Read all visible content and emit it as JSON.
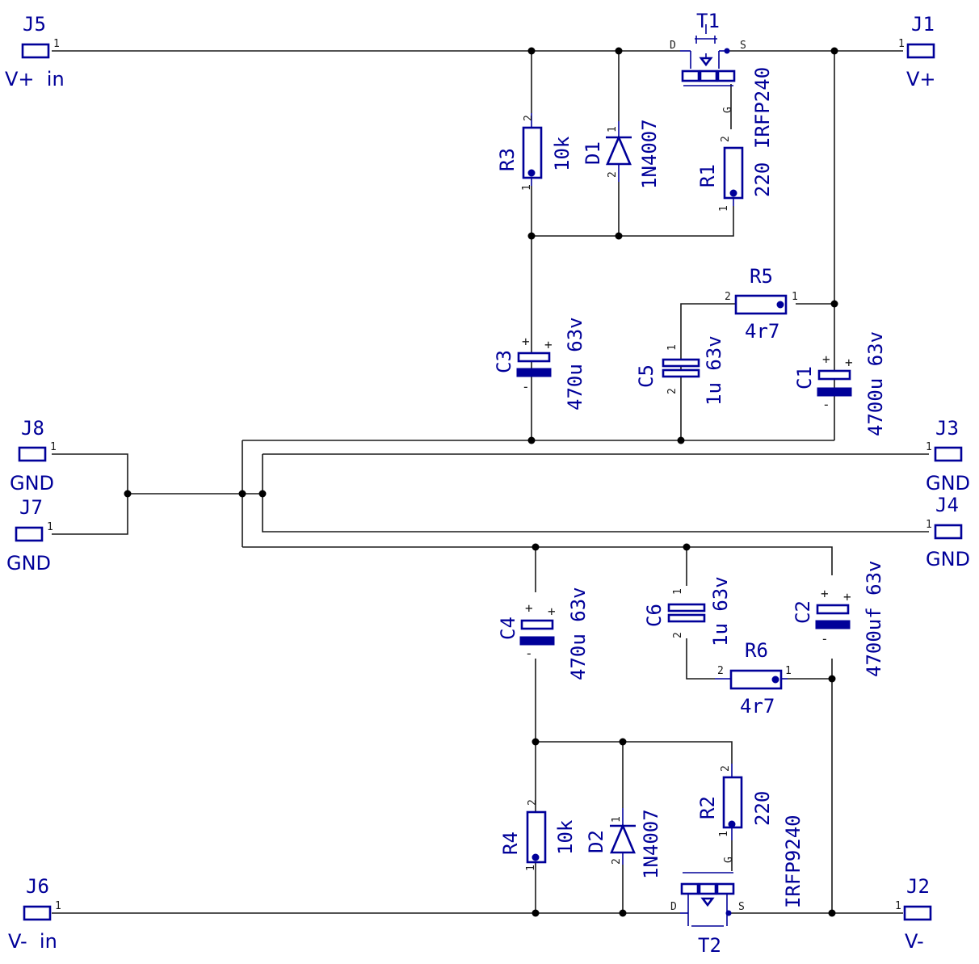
{
  "connectors": {
    "J5": {
      "ref": "J5",
      "label": "V+  in",
      "pin": "1"
    },
    "J1": {
      "ref": "J1",
      "label": "V+",
      "pin": "1"
    },
    "J8": {
      "ref": "J8",
      "label": "GND",
      "pin": "1"
    },
    "J7": {
      "ref": "J7",
      "label": "GND",
      "pin": "1"
    },
    "J3": {
      "ref": "J3",
      "label": "GND",
      "pin": "1"
    },
    "J4": {
      "ref": "J4",
      "label": "GND",
      "pin": "1"
    },
    "J6": {
      "ref": "J6",
      "label": "V-  in",
      "pin": "1"
    },
    "J2": {
      "ref": "J2",
      "label": "V-",
      "pin": "1"
    }
  },
  "resistors": {
    "R1": {
      "ref": "R1",
      "value": "220"
    },
    "R2": {
      "ref": "R2",
      "value": "220"
    },
    "R3": {
      "ref": "R3",
      "value": "10k"
    },
    "R4": {
      "ref": "R4",
      "value": "10k"
    },
    "R5": {
      "ref": "R5",
      "value": "4r7"
    },
    "R6": {
      "ref": "R6",
      "value": "4r7"
    }
  },
  "capacitors": {
    "C1": {
      "ref": "C1",
      "value": "4700u 63v"
    },
    "C2": {
      "ref": "C2",
      "value": "4700uf 63v"
    },
    "C3": {
      "ref": "C3",
      "value": "470u 63v"
    },
    "C4": {
      "ref": "C4",
      "value": "470u 63v"
    },
    "C5": {
      "ref": "C5",
      "value": "1u 63v"
    },
    "C6": {
      "ref": "C6",
      "value": "1u 63v"
    }
  },
  "diodes": {
    "D1": {
      "ref": "D1",
      "value": "1N4007"
    },
    "D2": {
      "ref": "D2",
      "value": "1N4007"
    }
  },
  "transistors": {
    "T1": {
      "ref": "T1",
      "value": "IRFP240",
      "pin_d": "D",
      "pin_s": "S",
      "pin_g": "G"
    },
    "T2": {
      "ref": "T2",
      "value": "IRFP9240",
      "pin_d": "D",
      "pin_s": "S",
      "pin_g": "G"
    }
  },
  "pin_numbers": {
    "one": "1",
    "two": "2"
  },
  "polarity": {
    "plus": "+",
    "minus": "-"
  },
  "colors": {
    "component": "#000099",
    "wire": "#1a1a1a",
    "junction": "#000000"
  }
}
